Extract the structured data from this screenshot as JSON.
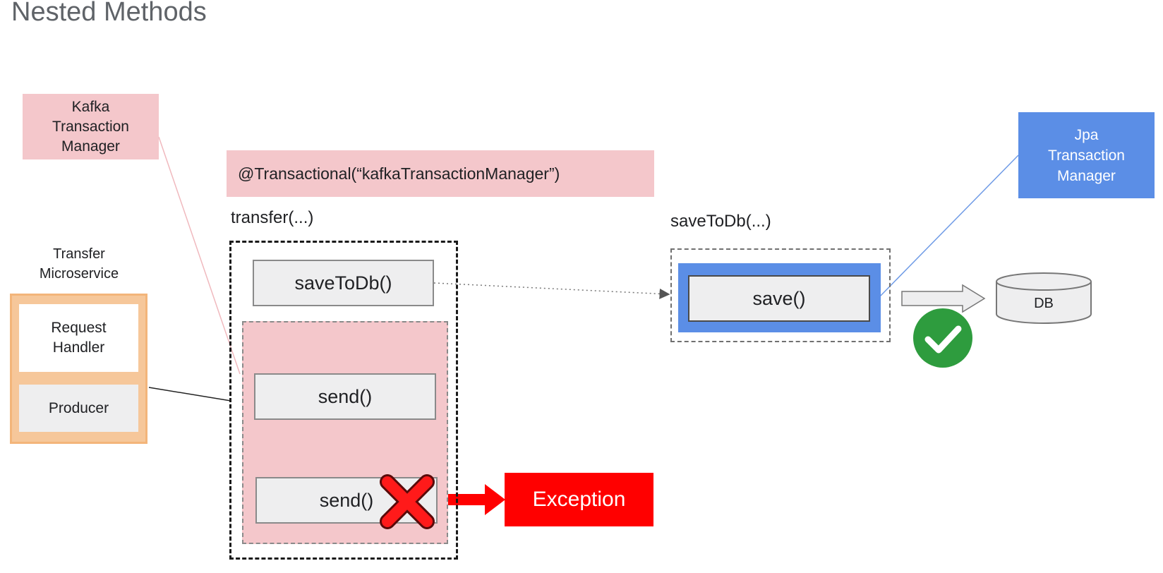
{
  "slide": {
    "title": "Nested Methods"
  },
  "kafka_tm": {
    "line1": "Kafka",
    "line2": "Transaction",
    "line3": "Manager"
  },
  "jpa_tm": {
    "line1": "Jpa",
    "line2": "Transaction",
    "line3": "Manager"
  },
  "annotation": {
    "text": "@Transactional(“kafkaTransactionManager”)"
  },
  "transfer": {
    "label": "transfer(...)",
    "save_call": "saveToDb()",
    "send_calls": [
      "send()",
      "send()"
    ]
  },
  "exception": {
    "label": "Exception"
  },
  "microservice": {
    "line1": "Transfer",
    "line2": "Microservice",
    "request_handler": {
      "line1": "Request",
      "line2": "Handler"
    },
    "producer": "Producer"
  },
  "save_to_db": {
    "label": "saveToDb(...)",
    "inner_call": "save()"
  },
  "db": {
    "label": "DB"
  },
  "colors": {
    "pink": "#f4c7cb",
    "blue": "#5b8ee6",
    "orange": "#f6c79a",
    "exception_red": "#ff0000",
    "success_green": "#2e9c3e"
  },
  "icons": {
    "success": "check-circle-icon",
    "failure": "cross-icon",
    "database": "database-cylinder-icon"
  }
}
